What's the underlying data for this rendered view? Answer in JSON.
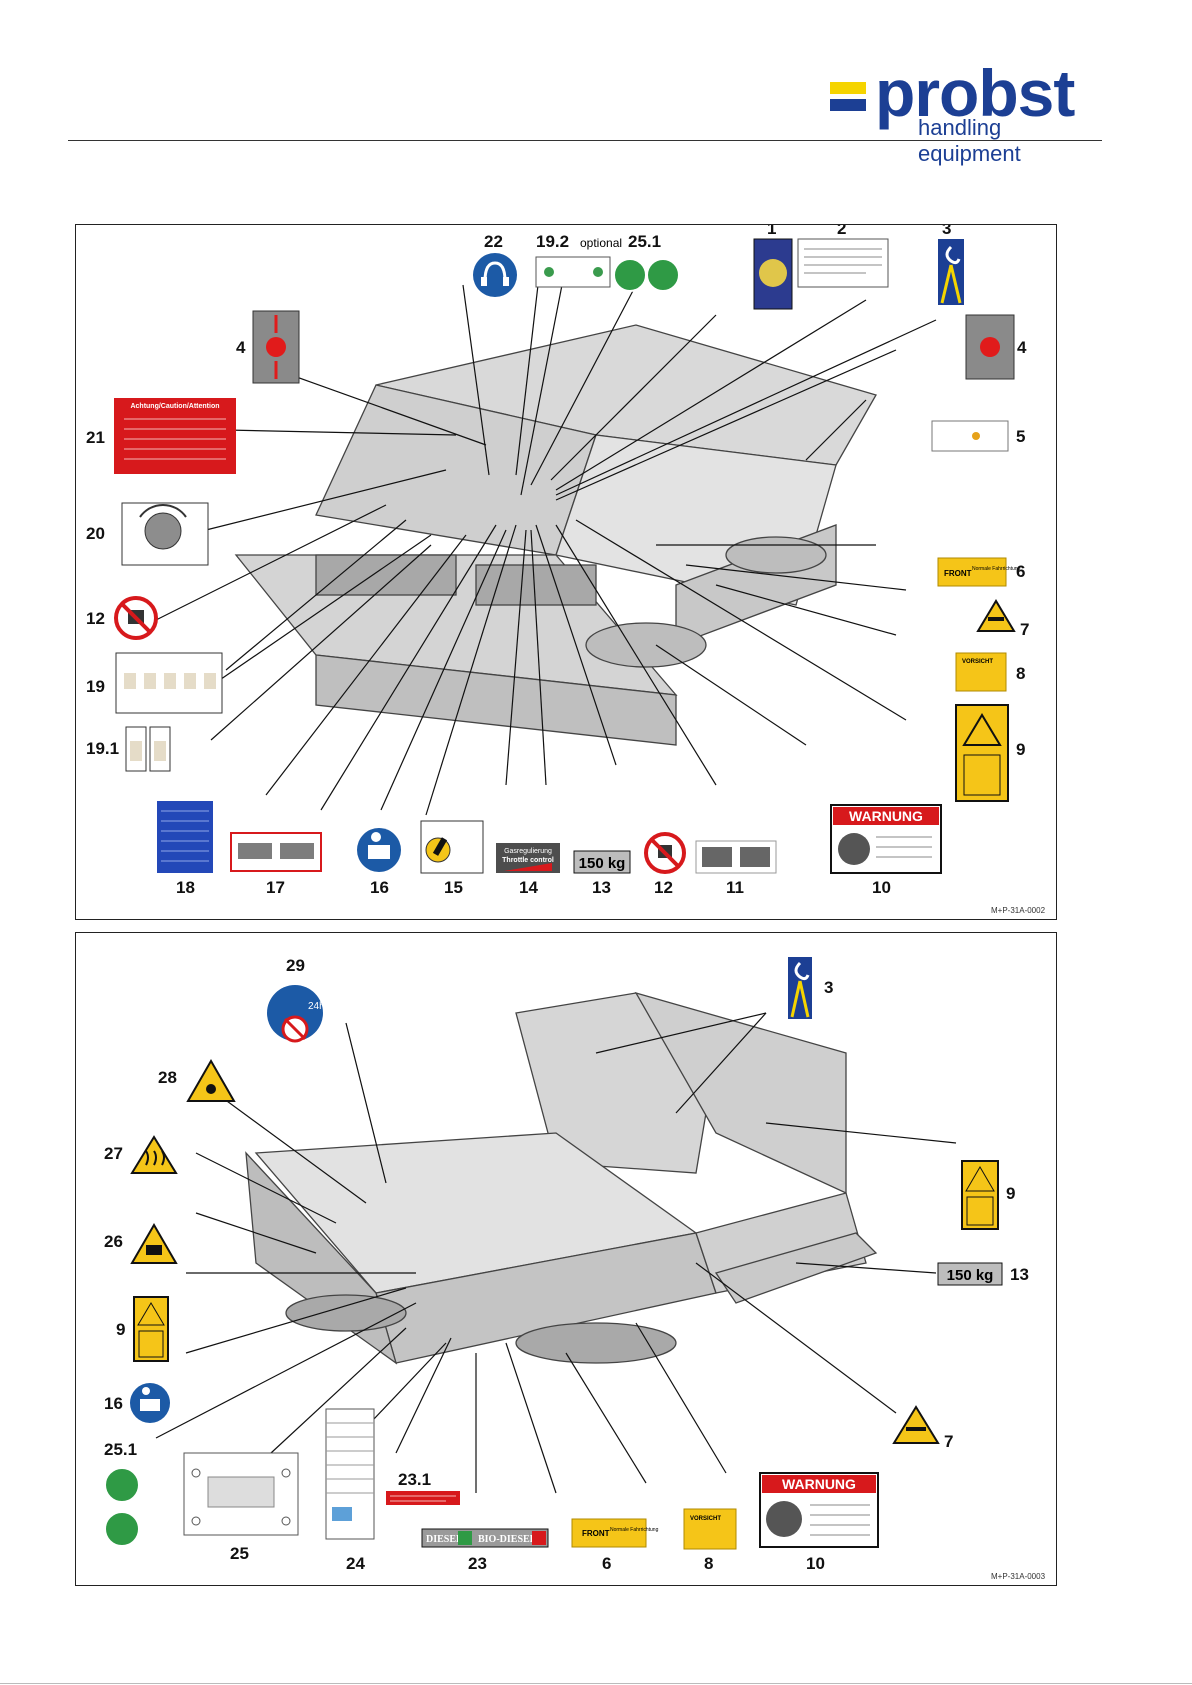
{
  "header": {
    "logo_word": "probst",
    "logo_sub": "handling equipment",
    "colors": {
      "brand_blue": "#1c3f94",
      "brand_yellow": "#f5d400"
    }
  },
  "panel1": {
    "ref": "M+P-31A-0002",
    "optional_label": "optional",
    "labels": {
      "n1": "1",
      "n2": "2",
      "n3": "3",
      "n4a": "4",
      "n4b": "4",
      "n5": "5",
      "n6": "6",
      "n7": "7",
      "n8": "8",
      "n9": "9",
      "n10": "10",
      "n11": "11",
      "n12a": "12",
      "n12b": "12",
      "n13": "13",
      "n14": "14",
      "n15": "15",
      "n16": "16",
      "n17": "17",
      "n18": "18",
      "n19": "19",
      "n191": "19.1",
      "n192": "19.2",
      "n20": "20",
      "n21": "21",
      "n22": "22",
      "n251": "25.1"
    },
    "sign_texts": {
      "attention_title": "Achtung/Caution/Attention",
      "front": "FRONT",
      "front_sub": "Normale Fahrrichtung",
      "vorsicht": "VORSICHT",
      "warnung": "WARNUNG",
      "throttle_de": "Gasregulierung",
      "throttle_en": "Throttle control",
      "weight": "150 kg"
    }
  },
  "panel2": {
    "ref": "M+P-31A-0003",
    "labels": {
      "n3": "3",
      "n29": "29",
      "n28": "28",
      "n27": "27",
      "n26": "26",
      "n9a": "9",
      "n9b": "9",
      "n16": "16",
      "n251": "25.1",
      "n25": "25",
      "n24": "24",
      "n23": "23",
      "n231": "23.1",
      "n6": "6",
      "n8": "8",
      "n10": "10",
      "n7": "7",
      "n13": "13"
    },
    "sign_texts": {
      "diesel": "DIESEL",
      "bio_diesel": "BIO-DIESEL",
      "front": "FRONT",
      "front_sub": "Normale Fahrrichtung",
      "vorsicht": "VORSICHT",
      "warnung": "WARNUNG",
      "weight": "150 kg",
      "h24": "24h"
    }
  }
}
